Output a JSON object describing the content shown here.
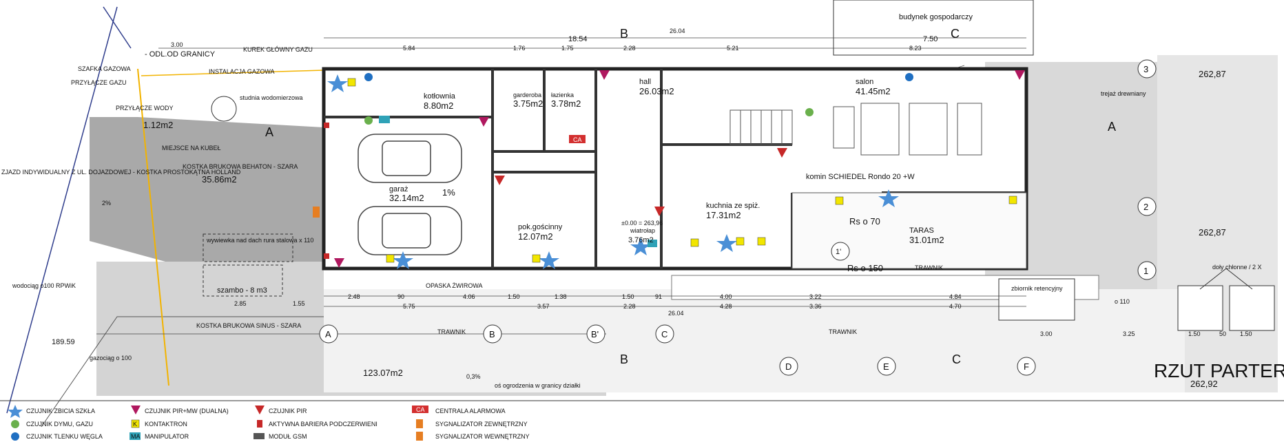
{
  "title": "RZUT PARTERU",
  "title_level": "262,92",
  "building_label": "budynek gospodarczy",
  "rooms": [
    {
      "name": "kotłownia",
      "area": "8.80m2"
    },
    {
      "name": "garderoba",
      "area": "3.75m2"
    },
    {
      "name": "łazienka",
      "area": "3.78m2"
    },
    {
      "name": "hall",
      "area": "26.03m2"
    },
    {
      "name": "salon",
      "area": "41.45m2"
    },
    {
      "name": "garaż",
      "area": "32.14m2"
    },
    {
      "name": "pok.gościnny",
      "area": "12.07m2"
    },
    {
      "name": "kuchnia ze spiż.",
      "area": "17.31m2"
    },
    {
      "name": "wiatrołap",
      "area": "3.76m2"
    },
    {
      "name": "TARAS",
      "area": "31.01m2"
    }
  ],
  "site_labels": {
    "kostka_behaton": "KOSTKA BRUKOWA BEHATON - SZARA",
    "kostka_behaton_area": "35.86m2",
    "kostka_sinus": "KOSTKA BRUKOWA SINUS - SZARA",
    "kostka_sinus_area": "123.07m2",
    "small_area": "1.12m2",
    "miejsce": "MIEJSCE NA KUBEŁ",
    "zjazd": "ZJAZD INDYWIDUALNY Z UL. DOJAZDOWEJ - KOSTKA PROSTOKĄTNA HOLLAND",
    "szafka": "SZAFKA GAZOWA",
    "przylacze_gazu": "PRZYŁĄCZE GAZU",
    "przylacze_wody": "PRZYŁĄCZE WODY",
    "kurek": "KUREK GŁÓWNY GAZU",
    "instalacja": "INSTALACJA GAZOWA",
    "studnia": "studnia wodomierzowa",
    "odl": "- ODL.OD GRANICY",
    "szambo": "szambo - 8 m3",
    "wywiewka": "wywiewka nad dach rura stalowa x 110",
    "opaska": "OPASKA ŻWIROWA",
    "trawnik": "TRAWNIK",
    "zbiornik": "zbiornik retencyjny",
    "doly": "doły chłonne / 2 X",
    "schody": "trejaż drewniany",
    "komin": "komin SCHIEDEL Rondo 20 +W",
    "wodociag": "wodociąg o100 RPWiK",
    "gazociag": "gazociąg o 100",
    "os_ogrodzenia": "oś ogrodzenia w granicy działki",
    "rso70": "Rs o 70",
    "rso150": "Rs o 150",
    "level1": "262,87",
    "level2": "262,87",
    "level_door": "±0.00 = 263,96",
    "pct1": "1%",
    "pct2": "2%",
    "pct3": "0,3%",
    "od110": "o 110",
    "plot": "189.59"
  },
  "top_dims": [
    "3.00",
    "18.54",
    "26.04",
    "7.50",
    "5.84",
    "1.76",
    "1.75",
    "2.28",
    "5.21",
    "8.23"
  ],
  "bottom_dims": [
    "2.48",
    "90",
    "4.06",
    "1.50",
    "1.38",
    "1.50",
    "91",
    "4.00",
    "3.22",
    "4.84",
    "5.75",
    "3.57",
    "2.28",
    "4.28",
    "3.36",
    "4.70",
    "26.04",
    "2.85",
    "1.55",
    "3.00",
    "1.50",
    "50",
    "1.50",
    "3.25"
  ],
  "axes_bottom": [
    "A",
    "B",
    "B'",
    "C",
    "D",
    "E",
    "F"
  ],
  "axes_right": [
    "3",
    "2",
    "1"
  ],
  "section_marks": [
    "B",
    "C",
    "A",
    "1'"
  ],
  "legend": [
    {
      "label": "CZUJNIK ZBICIA SZKŁA",
      "icon": "star-icon",
      "color": "#4a8fd6"
    },
    {
      "label": "CZUJNIK DYMU, GAZU",
      "icon": "circle-green-icon",
      "color": "#6ab04c"
    },
    {
      "label": "CZUJNIK TLENKU WĘGLA",
      "icon": "circle-blue-icon",
      "color": "#1f6fc2"
    },
    {
      "label": "CZUJNIK PIR+MW (DUALNA)",
      "icon": "triangle-magenta-icon",
      "color": "#b0185f"
    },
    {
      "label": "KONTAKTRON",
      "icon": "k-box-icon",
      "color": "#f2e600"
    },
    {
      "label": "MANIPULATOR",
      "icon": "ma-box-icon",
      "color": "#2fa2b7"
    },
    {
      "label": "CZUJNIK PIR",
      "icon": "triangle-red-icon",
      "color": "#c62828"
    },
    {
      "label": "AKTYWNA BARIERA PODCZERWIENI",
      "icon": "barrier-icon",
      "color": "#c62828"
    },
    {
      "label": "MODUŁ GSM",
      "icon": "gsm-icon",
      "color": "#555555"
    },
    {
      "label": "CENTRALA ALARMOWA",
      "icon": "ca-box-icon",
      "color": "#d32f2f"
    },
    {
      "label": "SYGNALIZATOR ZEWNĘTRZNY",
      "icon": "siren-outside-icon",
      "color": "#e67e22"
    },
    {
      "label": "SYGNALIZATOR WEWNĘTRZNY",
      "icon": "siren-inside-icon",
      "color": "#e67e22"
    }
  ],
  "legend_codes": {
    "ca": "CA",
    "ma": "MA",
    "k": "K"
  },
  "colors": {
    "paving": "#a9a9a9",
    "paving_light": "#d9d9d9",
    "wall": "#222222",
    "gas": "#f2b300",
    "water_line": "#2f3d8c"
  }
}
